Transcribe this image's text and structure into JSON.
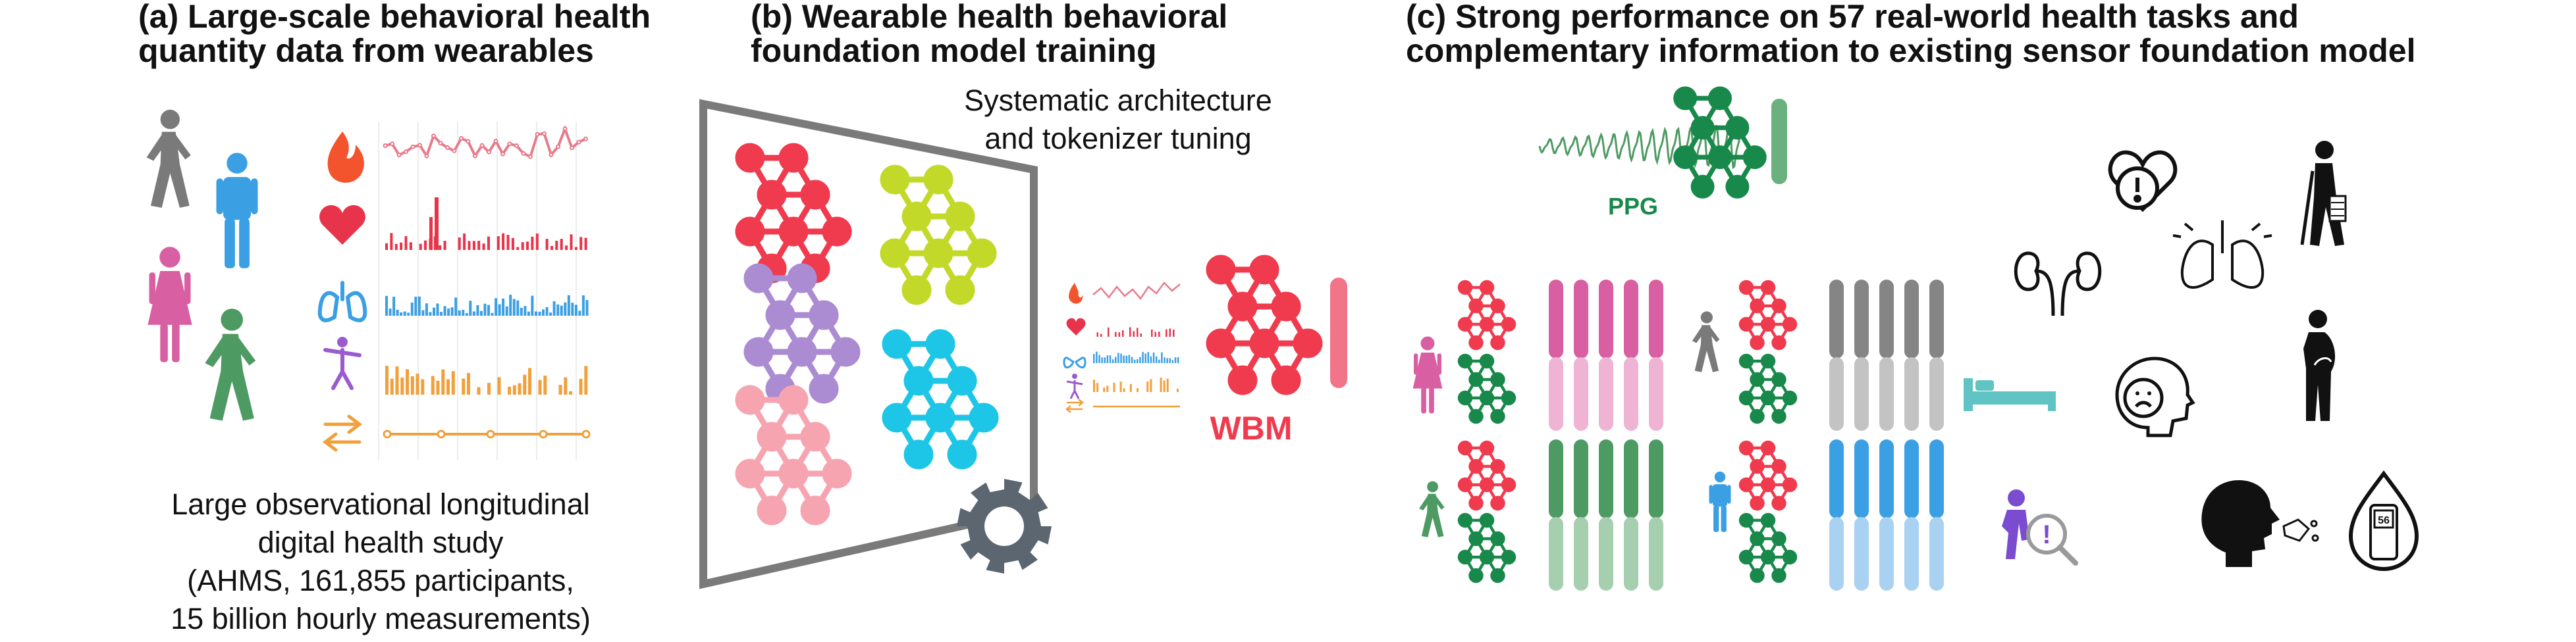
{
  "panel_a": {
    "title_line1": "(a) Large-scale behavioral health",
    "title_line2": "quantity data  from wearables",
    "caption_line1": "Large observational longitudinal",
    "caption_line2": "digital health study",
    "caption_line3": "(AHMS, 161,855 participants,",
    "caption_line4": "15 billion hourly measurements)",
    "metric_icons": [
      "flame-icon",
      "heart-icon",
      "lungs-icon",
      "person-activity-icon",
      "arrows-icon"
    ]
  },
  "panel_b": {
    "title_line1": "(b) Wearable health behavioral",
    "title_line2": "foundation model training",
    "note_line1": "Systematic architecture",
    "note_line2": "and tokenizer tuning",
    "model_label": "WBM"
  },
  "panel_c": {
    "title_line1": "(c) Strong performance on 57 real-world health tasks and",
    "title_line2": "complementary information to existing sensor foundation model",
    "ppg_label": "PPG",
    "task_icons": [
      "heart-warning-icon",
      "kidneys-icon",
      "lungs-icon",
      "person-with-cane-icon",
      "bed-icon",
      "sad-head-icon",
      "pregnant-person-icon",
      "person-search-icon",
      "coughing-head-icon",
      "glucose-meter-icon"
    ]
  },
  "colors": {
    "red": "#f03a4e",
    "lime": "#c3d92a",
    "purple": "#ab8bd1",
    "cyan": "#1dc6e6",
    "pink_light": "#f7a4b1",
    "green_dark": "#18894a",
    "magenta": "#d95fa3",
    "blue": "#3b9fe3",
    "gray": "#7a7a7a",
    "orange": "#f0a03c",
    "teal": "#5fc4c3"
  }
}
